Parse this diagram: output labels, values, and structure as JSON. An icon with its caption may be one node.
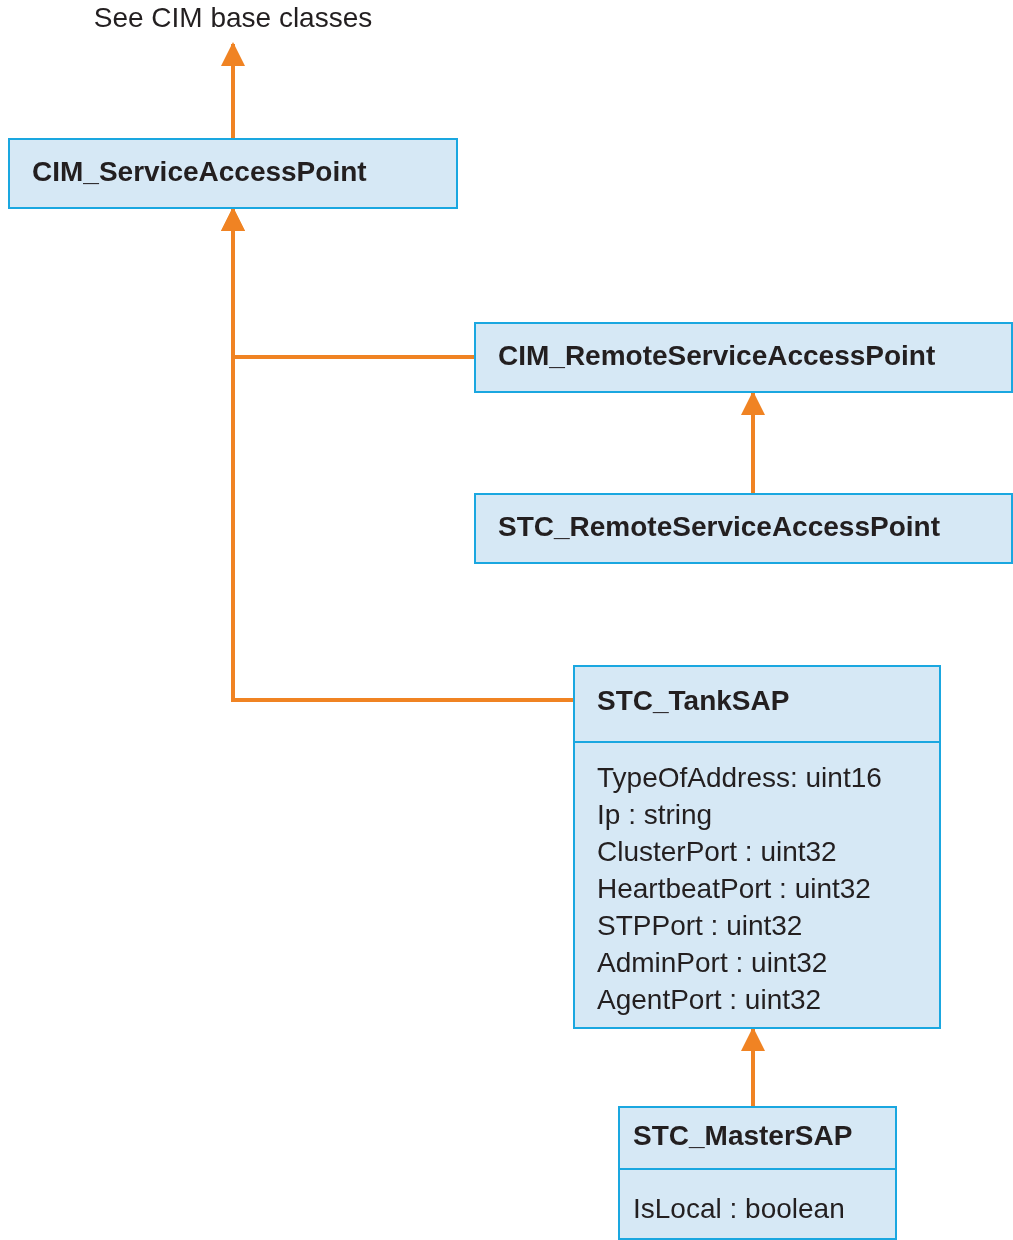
{
  "diagram": {
    "nodes": [
      {
        "text": [
          "See CIM base classes"
        ]
      },
      {
        "text": [
          "CIM_ServiceAccessPoint"
        ]
      },
      {
        "text": [
          "CIM_RemoteServiceAccessPoint"
        ]
      },
      {
        "text": [
          "STC_RemoteServiceAccessPoint"
        ]
      },
      {
        "text": [
          "STC_TankSAP",
          "TypeOfAddress: uint16",
          "Ip : string",
          "ClusterPort : uint32",
          "HeartbeatPort : uint32",
          "STPPort : uint32",
          "AdminPort : uint32",
          "AgentPort : uint32"
        ]
      },
      {
        "text": [
          "STC_MasterSAP",
          "IsLocal : boolean"
        ]
      }
    ],
    "edges": [
      {
        "from": 1,
        "to": 0,
        "arrow": "to"
      },
      {
        "from": 2,
        "to": 1,
        "arrow": "to"
      },
      {
        "from": 3,
        "to": 2,
        "arrow": "to"
      },
      {
        "from": 4,
        "to": 1,
        "arrow": "to"
      },
      {
        "from": 5,
        "to": 4,
        "arrow": "to"
      }
    ]
  }
}
